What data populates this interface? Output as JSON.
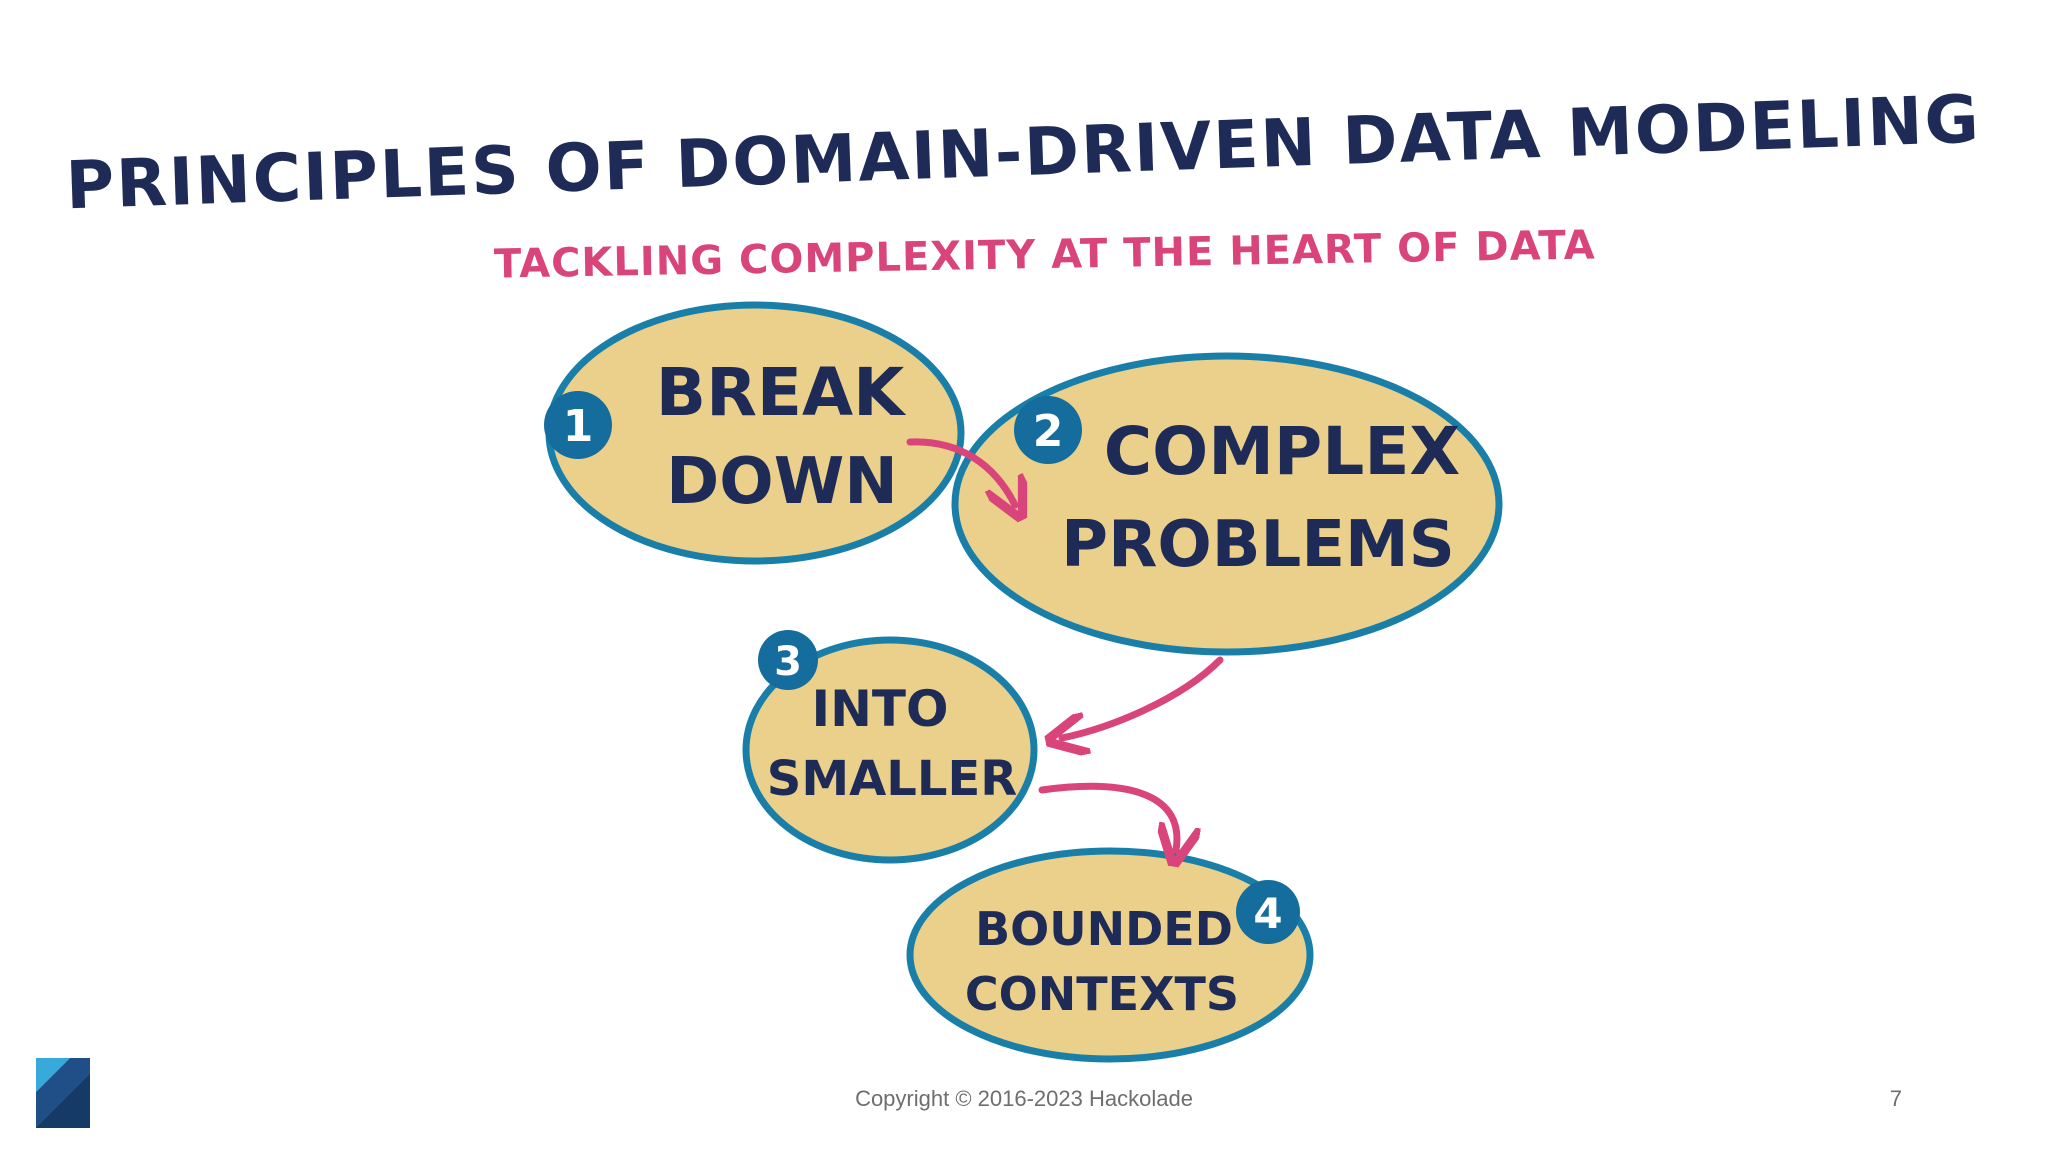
{
  "slide": {
    "title": "PRINCIPLES OF DOMAIN-DRIVEN DATA MODELING",
    "subtitle": "TACKLING COMPLEXITY AT THE HEART OF DATA"
  },
  "steps": [
    {
      "number": "1",
      "line1": "BREAK",
      "line2": "DOWN"
    },
    {
      "number": "2",
      "line1": "COMPLEX",
      "line2": "PROBLEMS"
    },
    {
      "number": "3",
      "line1": "INTO",
      "line2": "SMALLER"
    },
    {
      "number": "4",
      "line1": "BOUNDED",
      "line2": "CONTEXTS"
    }
  ],
  "footer": {
    "copyright": "Copyright © 2016-2023 Hackolade",
    "page_number": "7"
  },
  "colors": {
    "title": "#1e2b57",
    "subtitle": "#d9457a",
    "bubble_fill": "#ead08a",
    "bubble_outline": "#1a7fa8",
    "badge": "#146d9c",
    "arrow": "#d9457a"
  }
}
